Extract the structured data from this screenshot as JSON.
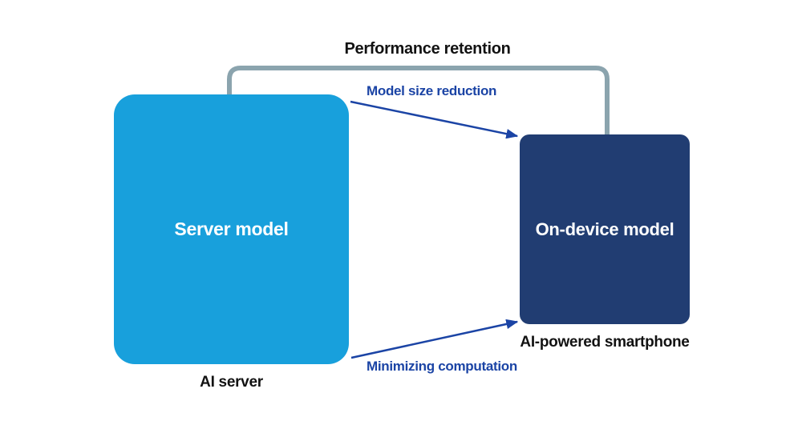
{
  "diagram": {
    "title": "Performance retention",
    "server_box": {
      "label": "Server model",
      "caption": "AI server"
    },
    "device_box": {
      "label": "On-device model",
      "caption": "AI-powered smartphone"
    },
    "arrows": {
      "top_label": "Model size reduction",
      "bottom_label": "Minimizing computation"
    }
  },
  "colors": {
    "server_box": "#18a0dc",
    "device_box": "#213d72",
    "arrow_blue": "#1b44a5",
    "bracket_gray": "#8ba4ae",
    "text_black": "#121212",
    "box_text": "#ffffff",
    "background": "#ffffff"
  }
}
